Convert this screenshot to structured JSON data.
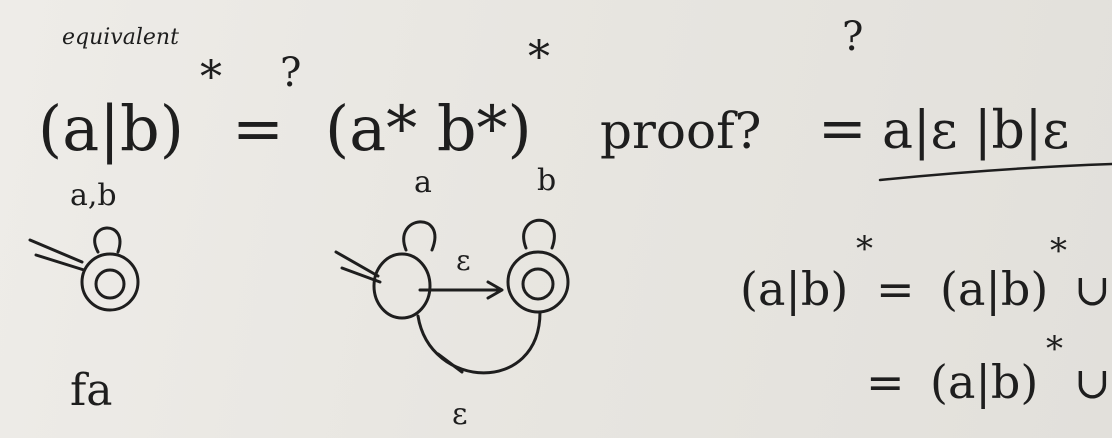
{
  "line1": {
    "note_equivalent": "equivalent",
    "lhs": "(a|b)",
    "lhs_star": "*",
    "eq_q": "?",
    "eq": "=",
    "rhs": "(a* b*)",
    "rhs_star": "*",
    "proof_q": "proof?",
    "eq2_q": "?",
    "eq2": "=",
    "right_expr": "a|ε |b|ε"
  },
  "fa1": {
    "loop_label": "a,b",
    "caption": "fa"
  },
  "fa2": {
    "loop_a_label": "a",
    "loop_b_label": "b",
    "epsilon_forward": "ε",
    "epsilon_back": "ε"
  },
  "derivation": {
    "line1_lhs": "(a|b)",
    "line1_lhs_star": "*",
    "line1_eq": "=",
    "line1_rhs": "(a|b)",
    "line1_rhs_star": "*",
    "line1_union": "∪",
    "line2_eq": "=",
    "line2_rhs": "(a|b)",
    "line2_rhs_star": "*",
    "line2_union": "∪"
  }
}
